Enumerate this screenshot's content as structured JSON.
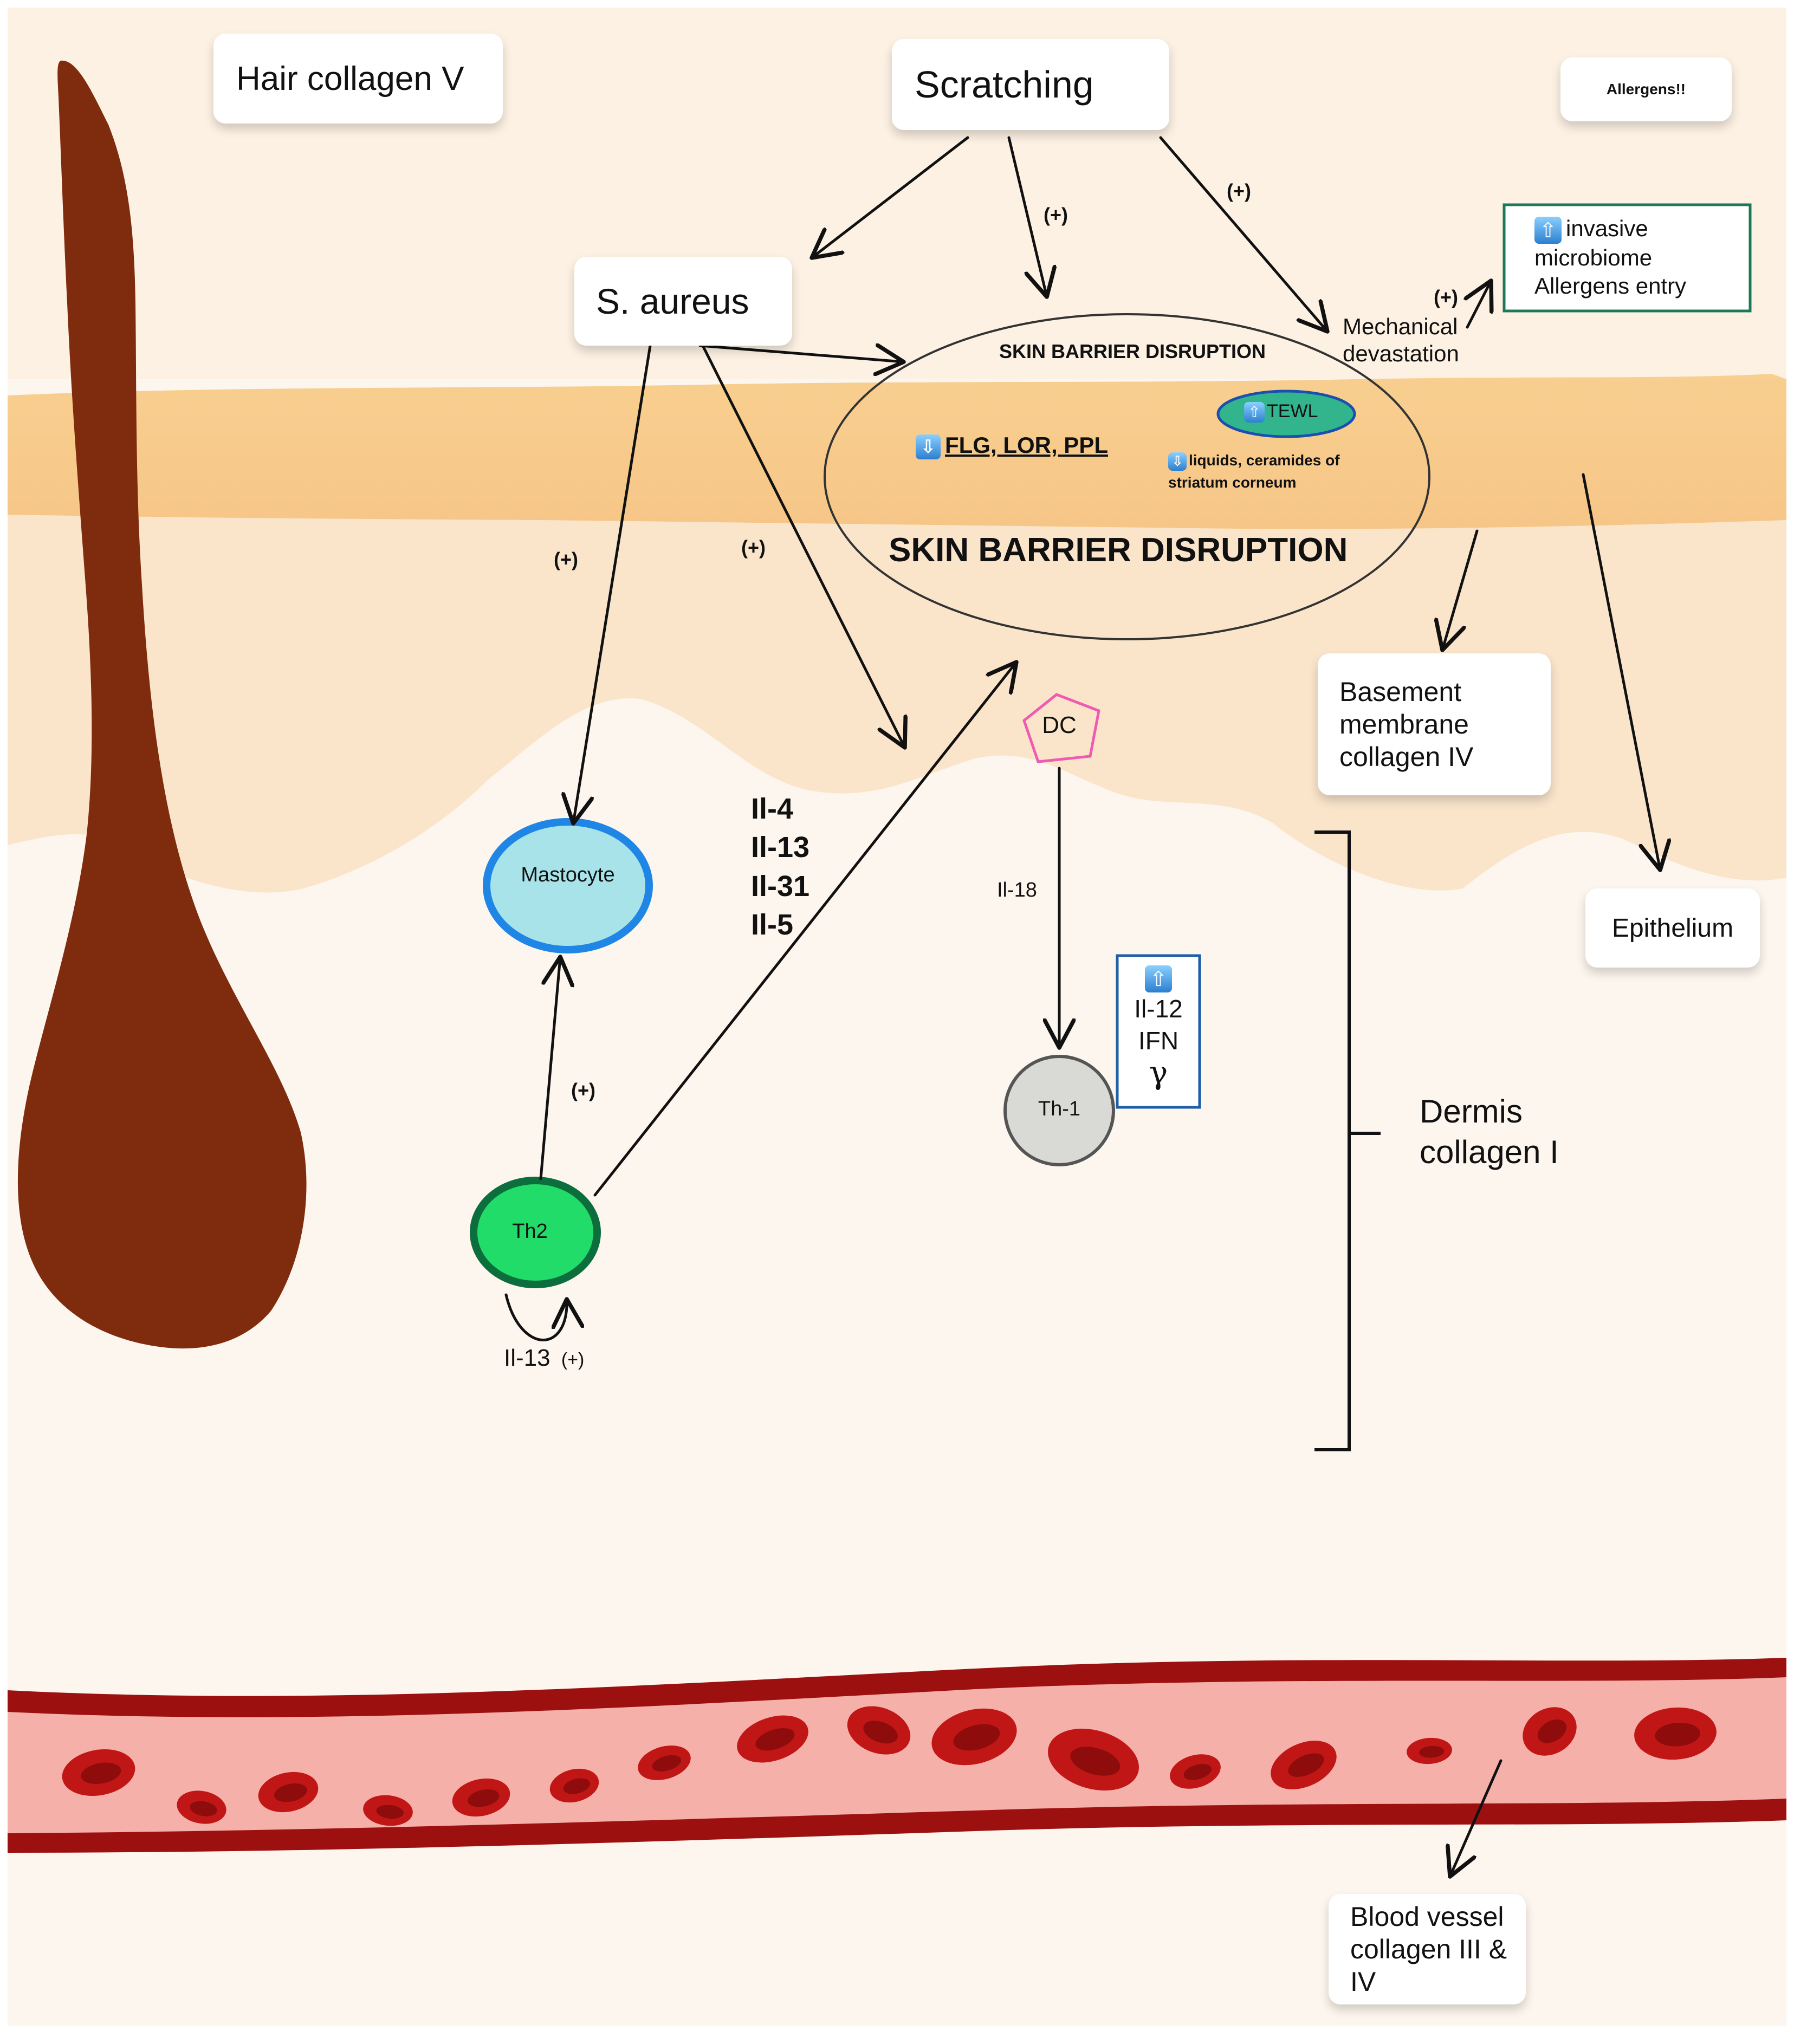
{
  "title_labels": {
    "hair": "Hair collagen V",
    "scratching": "Scratching",
    "allergens": "Allergens!!",
    "s_aureus": "S. aureus",
    "basement": [
      "Basement",
      "membrane",
      "collagen IV"
    ],
    "epithelium": "Epithelium",
    "dermis": [
      "Dermis",
      "collagen I"
    ],
    "blood_vessel": [
      "Blood vessel",
      "collagen III & IV"
    ]
  },
  "barrier": {
    "small_title": "SKIN BARRIER DISRUPTION",
    "big_title": "SKIN BARRIER DISRUPTION",
    "flg": "FLG, LOR, PPL",
    "tewl": "TEWL",
    "liquids_line1": "liquids, ceramides of",
    "liquids_line2": "striatum corneum"
  },
  "invasive_box": {
    "line1": "invasive",
    "line2": "microbiome",
    "line3": "Allergens entry"
  },
  "mechanical": [
    "Mechanical",
    "devastation"
  ],
  "plus_signs": {
    "scratch_barrier": "(+)",
    "scratch_mech": "(+)",
    "mech_invasive": "(+)",
    "saureus_mast": "(+)",
    "saureus_dc": "(+)",
    "th2_mast": "(+)"
  },
  "interleukins": [
    "Il-4",
    "Il-13",
    "Il-31",
    "Il-5"
  ],
  "cells": {
    "mastocyte": "Mastocyte",
    "dc": "DC",
    "th1": "Th-1",
    "th2": "Th2"
  },
  "il18": "Il-18",
  "th1_box": {
    "line1": "Il-12",
    "line2": "IFN",
    "line3": "γ"
  },
  "th2_loop": {
    "label": "Il-13",
    "sign": "(+)"
  },
  "colors": {
    "epidermis_band": "#f7c98a",
    "skin_light": "#fdf3e6",
    "dermis_bg": "#fdf4ea",
    "hair": "#7f2b0e",
    "vessel_wall": "#9c1010",
    "vessel_lumen": "#f6b0aa",
    "rbc": "#c11616",
    "mastocyte_fill": "#a9e3ea",
    "mastocyte_stroke": "#1f86e6",
    "th2_fill": "#22dc6a",
    "th2_stroke": "#0c6e3c",
    "th1_fill": "#d9d9d6",
    "dc_stroke": "#ef5bb0",
    "tewl_fill": "#32b58c",
    "tewl_stroke": "#1a4fb0",
    "invasive_border": "#1b7a55",
    "th1box_border": "#1f5fa8"
  }
}
